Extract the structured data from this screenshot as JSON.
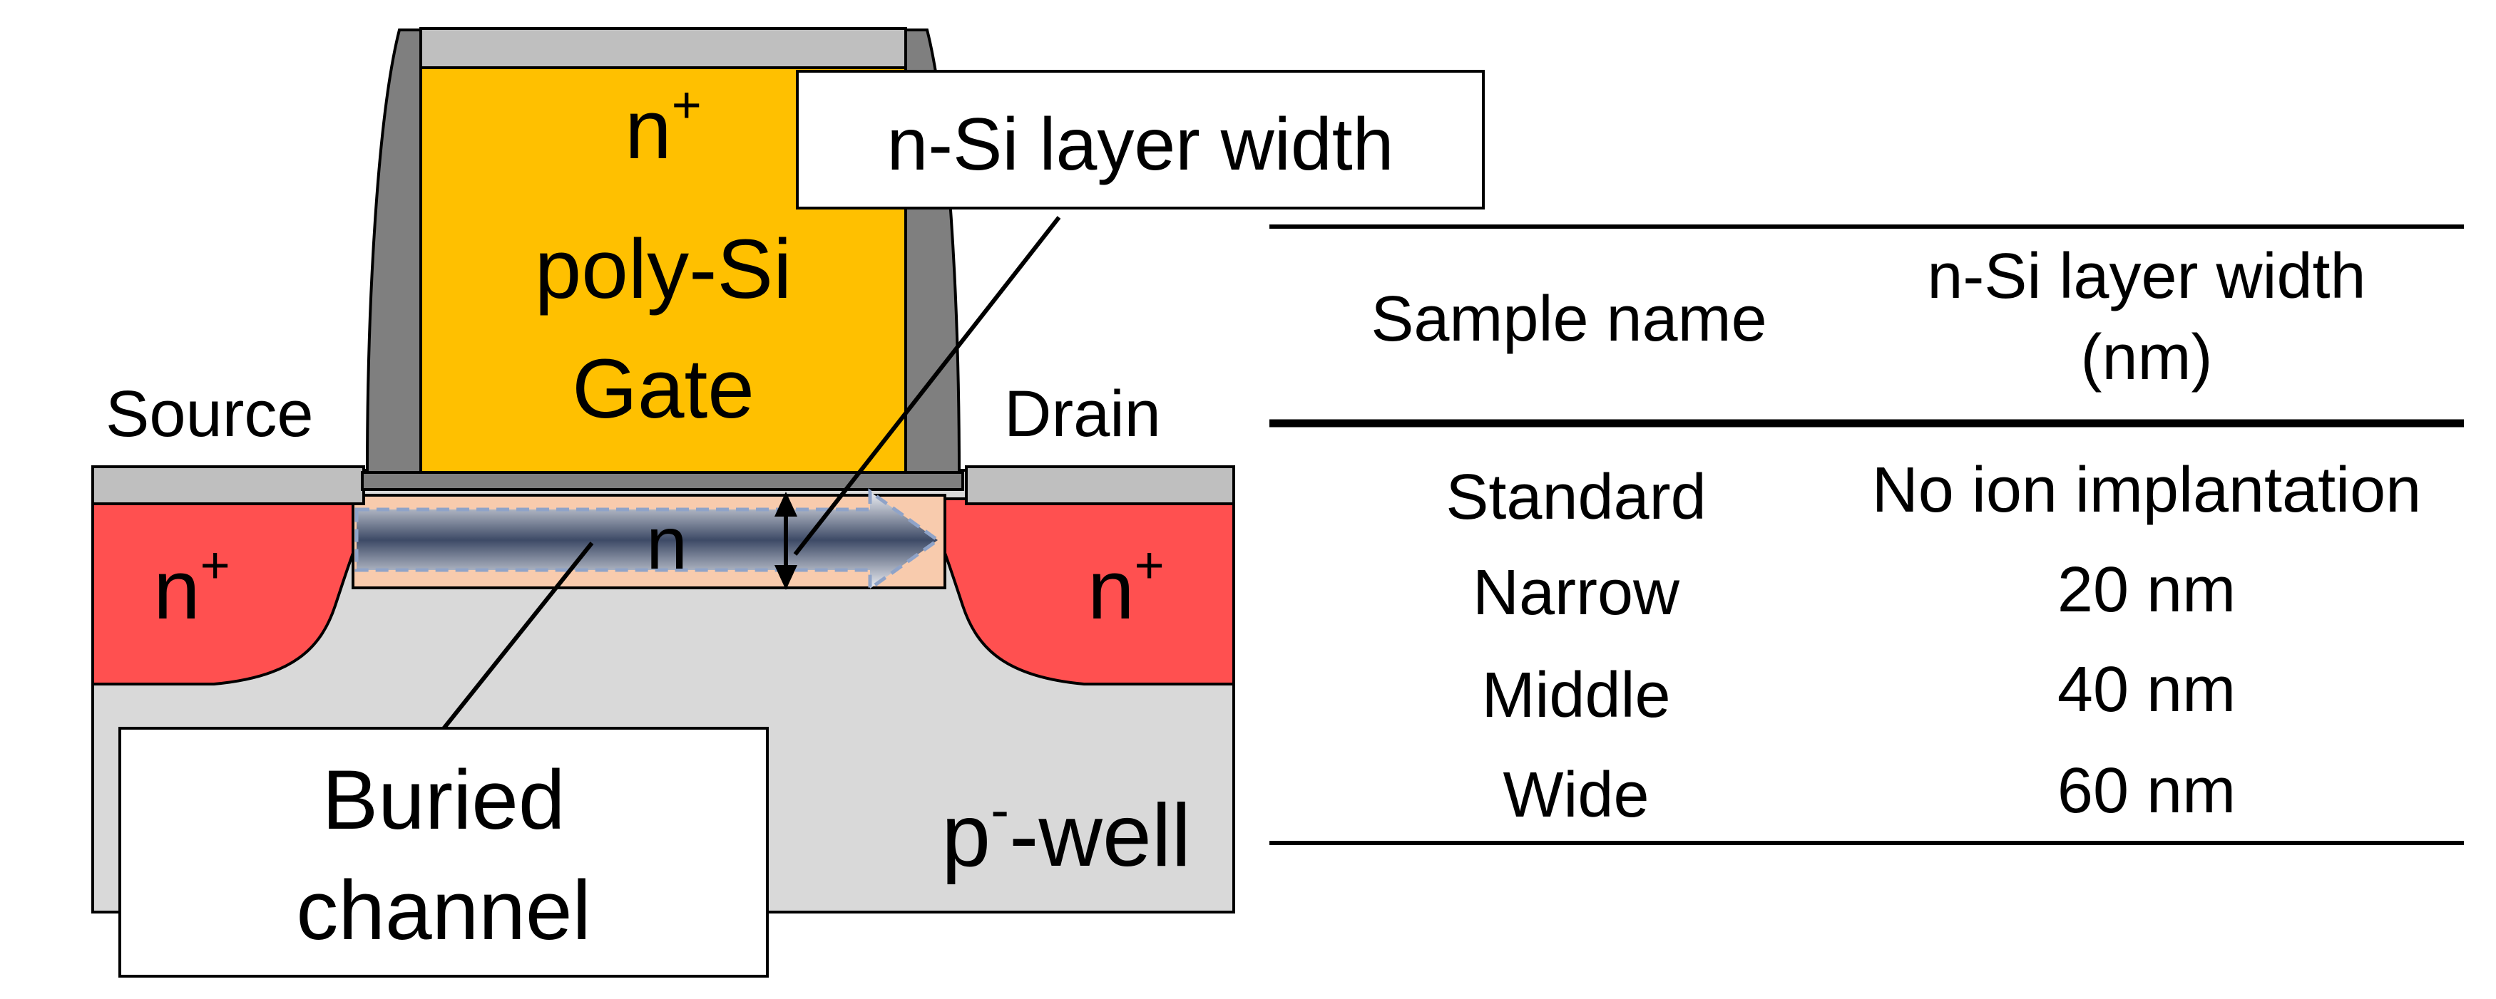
{
  "diagram": {
    "gate": {
      "label_line1": "n",
      "label_line1_sup": "+",
      "label_line2": "poly-Si",
      "label_line3": "Gate"
    },
    "source_label": "Source",
    "drain_label": "Drain",
    "source_region": {
      "label": "n",
      "sup": "+"
    },
    "drain_region": {
      "label": "n",
      "sup": "+"
    },
    "channel_region_label": "n",
    "well": {
      "label_base": "p",
      "label_sup": "-",
      "label_rest": "-well"
    },
    "callout_width": "n-Si layer width",
    "callout_buried_line1": "Buried",
    "callout_buried_line2": "channel"
  },
  "table": {
    "headers": {
      "col1": "Sample name",
      "col2_line1": "n-Si layer width",
      "col2_line2": "(nm)"
    },
    "rows": [
      {
        "name": "Standard",
        "width": "No ion implantation"
      },
      {
        "name": "Narrow",
        "width": "20 nm"
      },
      {
        "name": "Middle",
        "width": "40 nm"
      },
      {
        "name": "Wide",
        "width": "60 nm"
      }
    ]
  },
  "colors": {
    "gate_fill": "#ffc000",
    "n_plus_fill": "#ff5050",
    "well_fill": "#d9d9d9",
    "spacer_fill": "#7f7f7f",
    "contact_fill": "#bfbfbf",
    "channel_fill": "#f8cbad",
    "arrow_fill": "#4a5a78"
  }
}
